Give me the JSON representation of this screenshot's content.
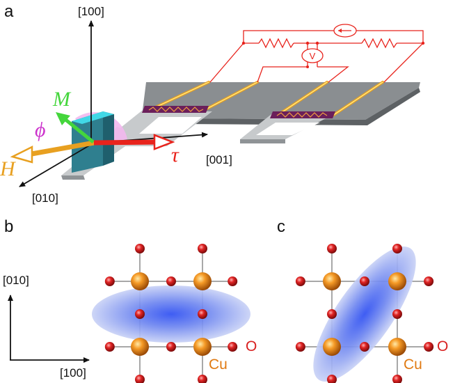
{
  "panels": {
    "a": "a",
    "b": "b",
    "c": "c"
  },
  "device": {
    "axis_100": "[100]",
    "axis_001": "[001]",
    "axis_010": "[010]",
    "label_M": "M",
    "label_phi": "ϕ",
    "label_H": "H",
    "label_tau": "τ",
    "meter_V": "V"
  },
  "lattice": {
    "axis_010": "[010]",
    "axis_100": "[100]",
    "label_O": "O",
    "label_Cu": "Cu"
  },
  "colors": {
    "M_arrow": "#44d63c",
    "phi": "#cc33cc",
    "H_arrow": "#e8a020",
    "tau_arrow": "#e8231c",
    "circuit": "#e8231c",
    "oxygen": "#d82020",
    "copper": "#e07a12",
    "orbital": "#3355ee"
  },
  "icons": {
    "ammeter": "ammeter-icon",
    "voltmeter": "voltmeter-icon",
    "resistor": "resistor-icon"
  }
}
